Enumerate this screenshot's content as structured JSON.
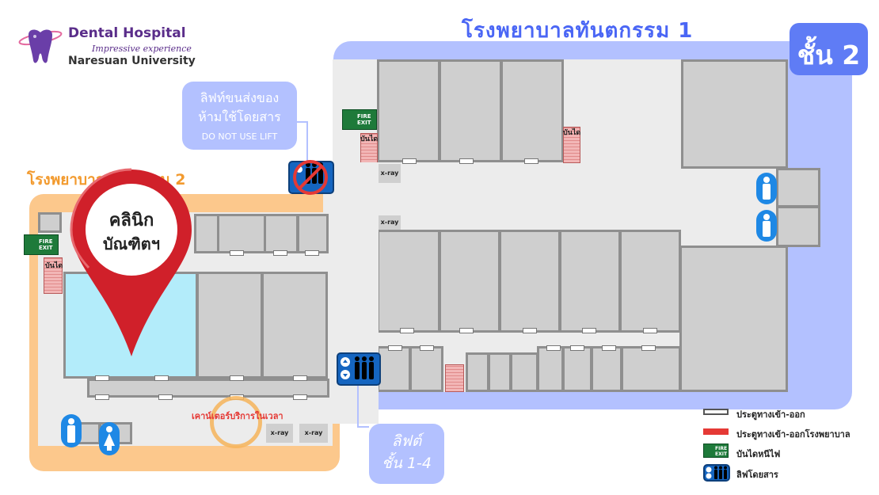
{
  "logo": {
    "title": "Dental Hospital",
    "tagline": "Impressive experience",
    "university": "Naresuan University"
  },
  "buildings": {
    "building1": "โรงพยาบาลทันตกรรม 1",
    "building2": "โรงพยาบาลทันตกรรม 2"
  },
  "floor_badge": "ชั้น 2",
  "clinic_pin": {
    "line1": "คลินิก",
    "line2": "บัณฑิตฯ"
  },
  "cargo_lift_note": {
    "line1": "ลิฟท์ขนส่งของ",
    "line2": "ห้ามใช้โดยสาร",
    "line3": "DO NOT USE LIFT"
  },
  "lift_note": {
    "line1": "ลิฟต์",
    "line2": "ชั้น 1-4"
  },
  "counter_label": "เคาน์เตอร์บริการในเวลา",
  "stairs_label": "บันได",
  "xray_label": "x-ray",
  "exit_sign": {
    "top": "FIRE",
    "bottom": "EXIT"
  },
  "legend": [
    {
      "icon": "door-icon",
      "label": "ประตูทางเข้า-ออก"
    },
    {
      "icon": "hospital-door-icon",
      "label": "ประตูทางเข้า-ออกโรงพยาบาล"
    },
    {
      "icon": "fire-exit-icon",
      "label": "บันไดหนีไฟ"
    },
    {
      "icon": "passenger-lift-icon",
      "label": "ลิฟโดยสาร"
    }
  ],
  "colors": {
    "building1_bg": "#b3c1ff",
    "building2_bg": "#fcc88c",
    "building1_title": "#4a66f5",
    "building2_title": "#f29a2e",
    "pin_red": "#d0202a",
    "clinic_room": "#b3ecfa",
    "lift_blue": "#1565c0"
  }
}
